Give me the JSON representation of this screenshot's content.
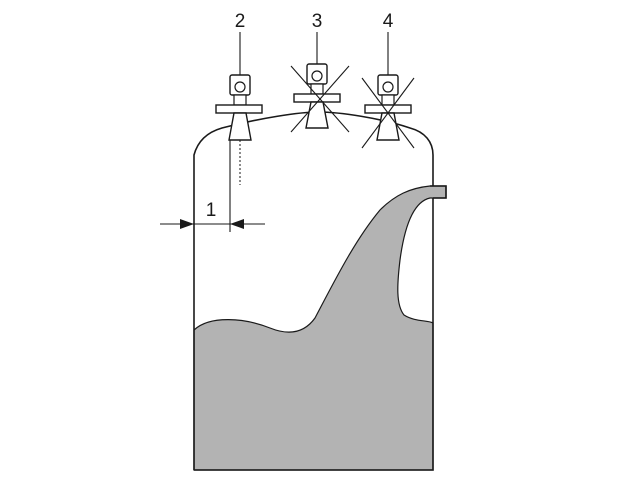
{
  "callouts": {
    "distance": "1",
    "sensor_correct": "2",
    "sensor_wrong_center": "3",
    "sensor_wrong_inflow": "4"
  },
  "colors": {
    "outline": "#1a1a1a",
    "medium_fill": "#b3b3b3",
    "background": "#ffffff"
  },
  "icons": {
    "sensor": "radar-level-sensor-icon",
    "cross": "cross-mark-icon"
  }
}
